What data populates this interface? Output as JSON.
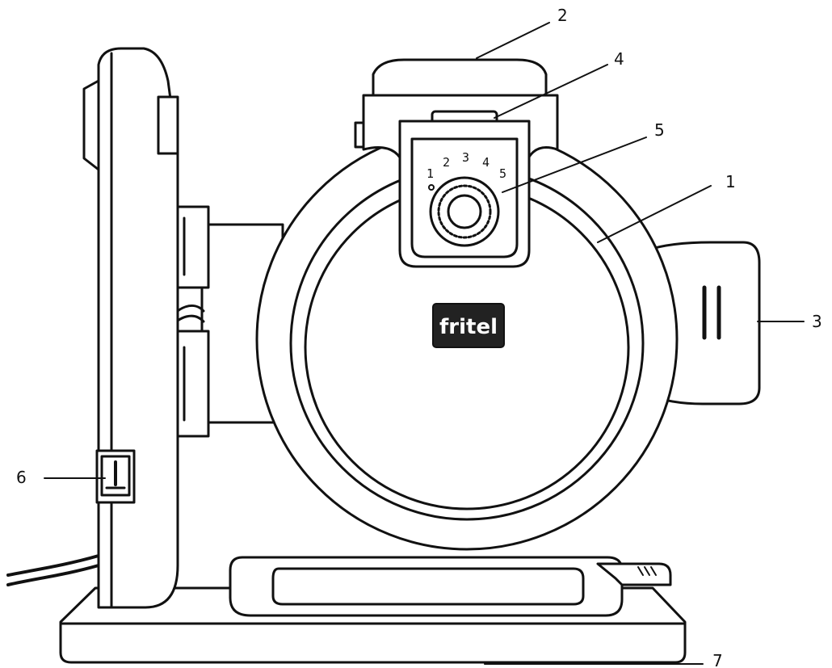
{
  "diagram": {
    "brand_logo": "fritel",
    "dial_numbers": [
      "1",
      "2",
      "3",
      "4",
      "5"
    ],
    "callouts": [
      {
        "id": "1",
        "label": "1"
      },
      {
        "id": "2",
        "label": "2"
      },
      {
        "id": "3",
        "label": "3"
      },
      {
        "id": "4",
        "label": "4"
      },
      {
        "id": "5",
        "label": "5"
      },
      {
        "id": "6",
        "label": "6"
      },
      {
        "id": "7",
        "label": "7"
      }
    ]
  },
  "colors": {
    "line": "#111111",
    "fill": "#ffffff",
    "logo_bg": "#222222"
  }
}
